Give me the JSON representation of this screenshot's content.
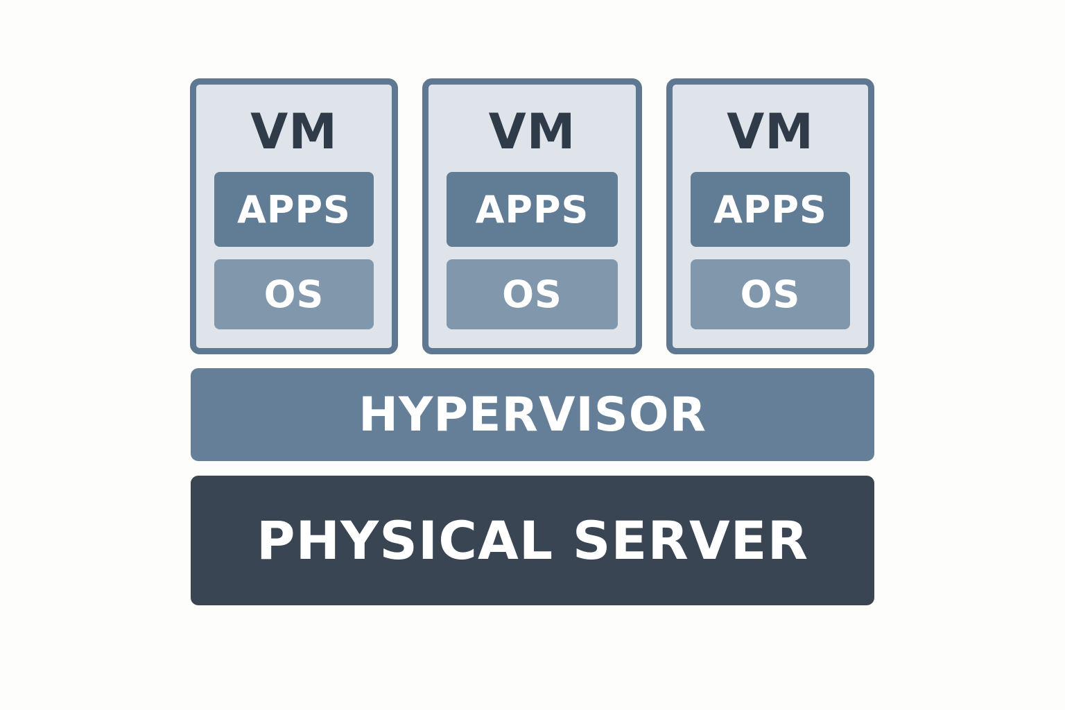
{
  "vms": [
    {
      "title": "VM",
      "apps_label": "APPS",
      "os_label": "OS"
    },
    {
      "title": "VM",
      "apps_label": "APPS",
      "os_label": "OS"
    },
    {
      "title": "VM",
      "apps_label": "APPS",
      "os_label": "OS"
    }
  ],
  "hypervisor": {
    "label": "HYPERVISOR"
  },
  "physical_server": {
    "label": "PHYSICAL SERVER"
  },
  "colors": {
    "vm_border": "#5f7891",
    "vm_background": "#dfe4ea",
    "apps": "#617c95",
    "os": "#8197ab",
    "hypervisor": "#647f97",
    "physical_server": "#394552"
  }
}
